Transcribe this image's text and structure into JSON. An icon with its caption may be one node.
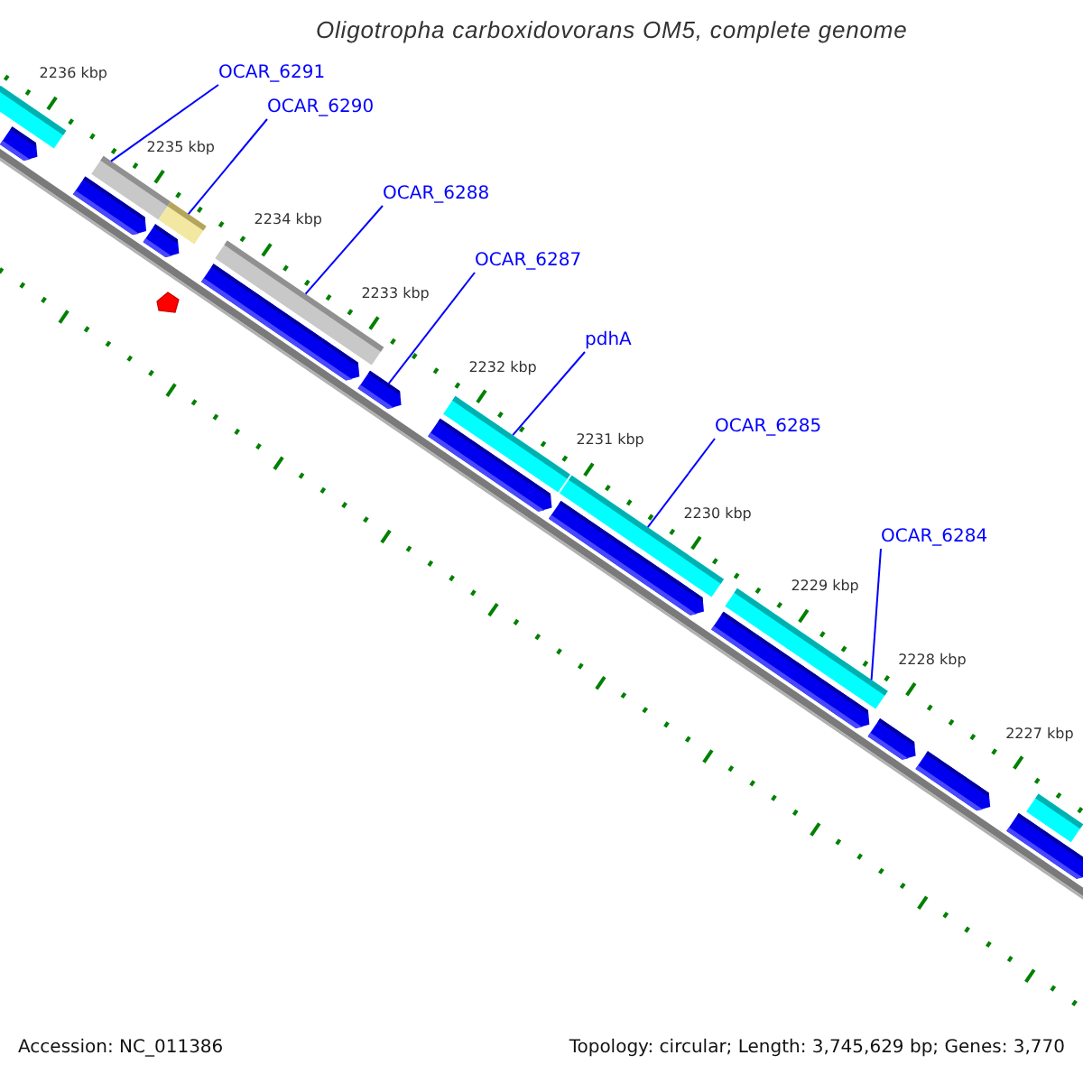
{
  "diagram": {
    "title": "Oligotropha carboxidovorans OM5, complete genome",
    "nodes": [
      {
        "text": [
          "OCAR_6291"
        ]
      },
      {
        "text": [
          "OCAR_6290"
        ]
      },
      {
        "text": [
          "OCAR_6288"
        ]
      },
      {
        "text": [
          "OCAR_6287"
        ]
      },
      {
        "text": [
          "pdhA"
        ]
      },
      {
        "text": [
          "OCAR_6285"
        ]
      },
      {
        "text": [
          "OCAR_6284"
        ]
      },
      {
        "text": [],
        "shape": "bar"
      },
      {
        "text": [],
        "shape": "pentagon"
      },
      {
        "text": [],
        "shape": "pentagon"
      },
      {
        "text": [],
        "shape": "bar"
      },
      {
        "text": [],
        "shape": "bar"
      },
      {
        "text": [],
        "shape": "pentagon"
      },
      {
        "text": [],
        "shape": "bar"
      },
      {
        "text": [],
        "shape": "pentagon"
      },
      {
        "text": [],
        "shape": "pentagon"
      },
      {
        "text": [],
        "shape": "bar"
      },
      {
        "text": [],
        "shape": "pentagon"
      },
      {
        "text": [],
        "shape": "bar"
      },
      {
        "text": [],
        "shape": "pentagon"
      },
      {
        "text": [],
        "shape": "bar"
      },
      {
        "text": [],
        "shape": "pentagon"
      },
      {
        "text": [],
        "shape": "pentagon"
      },
      {
        "text": [],
        "shape": "pentagon"
      },
      {
        "text": [],
        "shape": "bar"
      },
      {
        "text": [],
        "shape": "pentagon"
      }
    ],
    "edges": [
      {
        "from": 0,
        "to": 10,
        "arrow": "none"
      },
      {
        "from": 1,
        "to": 11,
        "arrow": "none"
      },
      {
        "from": 2,
        "to": 13,
        "arrow": "none"
      },
      {
        "from": 3,
        "to": 15,
        "arrow": "none"
      },
      {
        "from": 4,
        "to": 16,
        "arrow": "none"
      },
      {
        "from": 5,
        "to": 18,
        "arrow": "none"
      },
      {
        "from": 6,
        "to": 20,
        "arrow": "none"
      }
    ],
    "labels": [
      "2236 kbp",
      "2235 kbp",
      "2234 kbp",
      "2233 kbp",
      "2232 kbp",
      "2231 kbp",
      "2230 kbp",
      "2229 kbp",
      "2228 kbp",
      "2227 kbp",
      "Accession: NC_011386",
      "Topology: circular; Length: 3,745,629 bp; Genes: 3,770"
    ]
  }
}
